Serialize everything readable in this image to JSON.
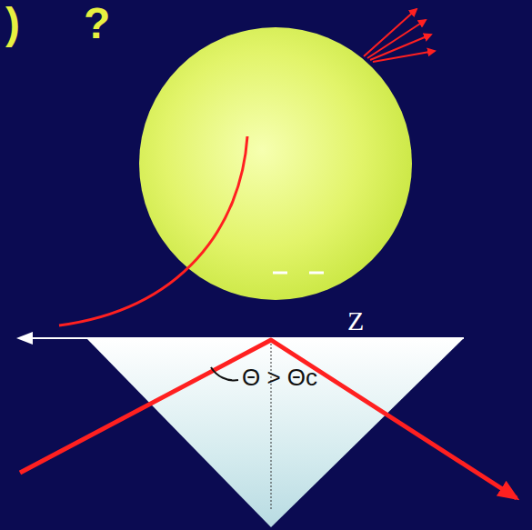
{
  "diagram": {
    "labels": [
      ")",
      "?",
      "Z",
      "Θ > Θc"
    ]
  }
}
